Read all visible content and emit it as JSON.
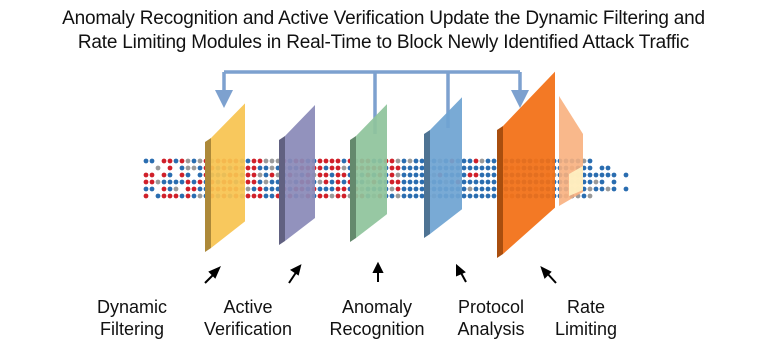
{
  "title": {
    "line1": "Anomaly Recognition and Active Verification Update the Dynamic Filtering and",
    "line2": "Rate Limiting Modules in Real-Time to Block Newly Identified Attack Traffic"
  },
  "modules": [
    {
      "name": "dynamic-filtering",
      "line1": "Dynamic",
      "line2": "Filtering",
      "color": "#f7c451"
    },
    {
      "name": "active-verification",
      "line1": "Active",
      "line2": "Verification",
      "color": "#8a8ab8"
    },
    {
      "name": "anomaly-recognition",
      "line1": "Anomaly",
      "line2": "Recognition",
      "color": "#8fc49c"
    },
    {
      "name": "protocol-analysis",
      "line1": "Protocol",
      "line2": "Analysis",
      "color": "#6fa4d2"
    },
    {
      "name": "rate-limiting",
      "line1": "Rate",
      "line2": "Limiting",
      "color": "#f26f14"
    }
  ],
  "colors": {
    "feedback_arrow": "#7da1cf",
    "packet_red": "#d0202a",
    "packet_blue": "#2a6db0",
    "packet_grey": "#9a9a9a"
  }
}
